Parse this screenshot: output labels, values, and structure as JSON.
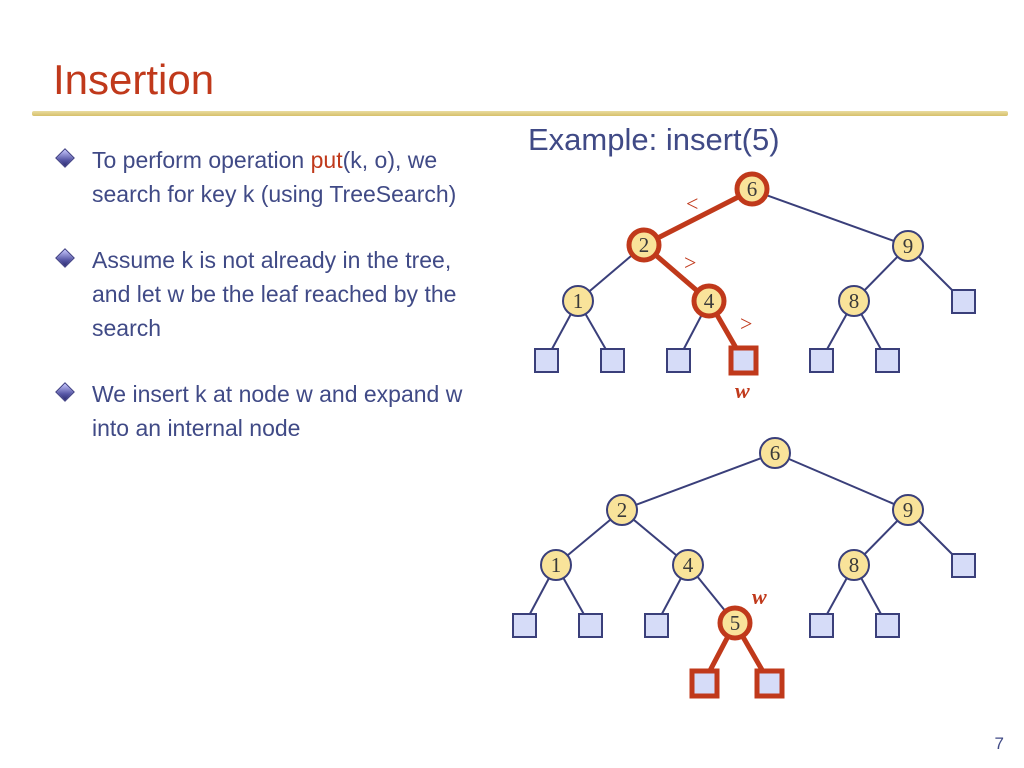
{
  "slide": {
    "title": "Insertion",
    "page_number": "7"
  },
  "bullets": [
    {
      "before": "To perform operation ",
      "highlight": "put",
      "after": "(k, o), we search for key k (using TreeSearch)"
    },
    {
      "text": "Assume k is not already in the tree, and let w be the leaf reached by the search"
    },
    {
      "text": "We insert k at node w and expand w into an internal node"
    }
  ],
  "example": {
    "title": "Example: insert(5)",
    "before_tree": {
      "internal_keys": [
        "6",
        "2",
        "9",
        "1",
        "4",
        "8"
      ],
      "comparisons": [
        "<",
        ">",
        ">"
      ],
      "leaf_label": "w"
    },
    "after_tree": {
      "internal_keys": [
        "6",
        "2",
        "9",
        "1",
        "4",
        "8",
        "5"
      ],
      "node_label": "w"
    }
  },
  "colors": {
    "title": "#c0391b",
    "text": "#404a86",
    "highlight": "#c0391b",
    "node_fill": "#f9e39a",
    "leaf_fill": "#d6dcf8",
    "edge": "#3a3f7a",
    "path": "#c0391b"
  }
}
